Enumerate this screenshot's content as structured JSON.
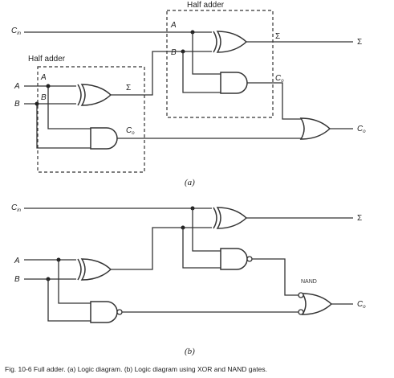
{
  "diagram_a": {
    "half_adder_label": "Half adder",
    "input_cin": "C",
    "input_cin_sub": "in",
    "input_a": "A",
    "input_b": "B",
    "pin_a": "A",
    "pin_b": "B",
    "sum_symbol": "Σ",
    "co_main": "C",
    "co_sub": "o",
    "part_label": "(a)"
  },
  "diagram_b": {
    "input_cin": "C",
    "input_cin_sub": "in",
    "input_a": "A",
    "input_b": "B",
    "sum_symbol": "Σ",
    "nand_label": "NAND",
    "co_main": "C",
    "co_sub": "o",
    "part_label": "(b)"
  },
  "caption": "Fig. 10-6  Full adder. (a) Logic diagram. (b) Logic diagram using XOR and NAND gates."
}
